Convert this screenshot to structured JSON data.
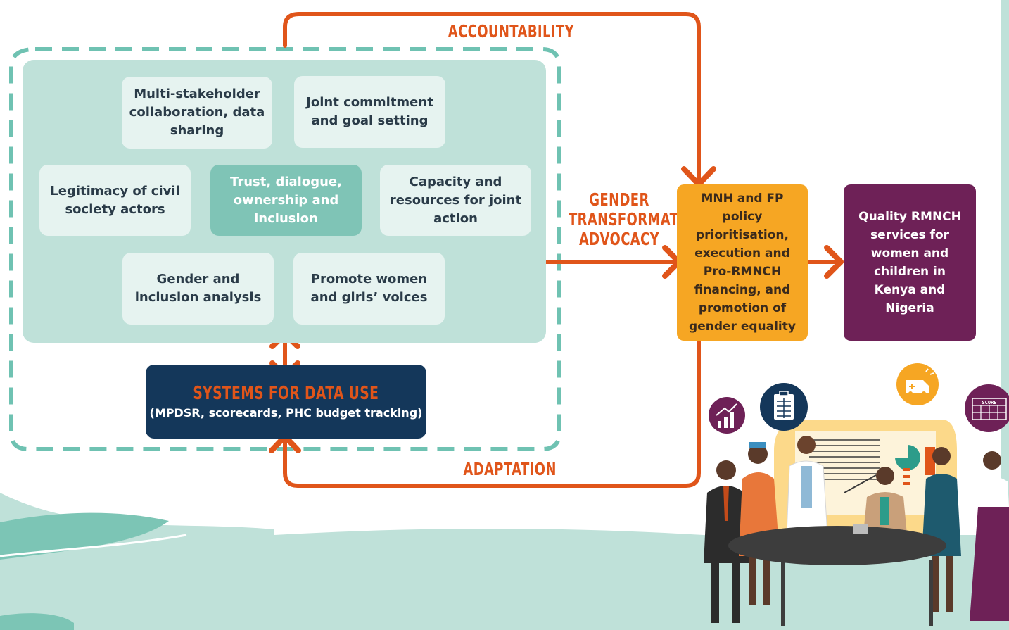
{
  "colors": {
    "panel": "#bfe1d9",
    "panel_dash": "#6fc2b2",
    "box_light": "#e6f3f0",
    "box_highlight": "#7fc4b6",
    "arrow": "#e0551a",
    "orange_box": "#f6a623",
    "purple_box": "#6e2157",
    "navy_box": "#14375a",
    "wave": "#bfe1d9",
    "wave_dark": "#7cc5b5"
  },
  "inner_boxes": {
    "multi": "Multi-stakeholder collaboration, data sharing",
    "joint": "Joint commitment and goal setting",
    "legit": "Legitimacy of civil society actors",
    "trust": "Trust, dialogue, ownership and inclusion",
    "capacity": "Capacity and resources for joint action",
    "gender_analysis": "Gender and inclusion analysis",
    "voices": "Promote women and girls’ voices"
  },
  "systems": {
    "title": "SYSTEMS FOR DATA USE",
    "subtitle": "(MPDSR, scorecards, PHC budget tracking)"
  },
  "arrow_labels": {
    "accountability": "ACCOUNTABILITY",
    "gender_line1": "GENDER",
    "gender_line2": "TRANSFORMATIVE",
    "gender_line3": "ADVOCACY",
    "adaptation": "ADAPTATION"
  },
  "outcome_boxes": {
    "mnh": "MNH and FP policy prioritisation, execution and Pro-RMNCH financing, and promotion of gender equality",
    "quality": "Quality RMNCH services for women and children in Kenya and Nigeria"
  },
  "icons": [
    "chart-icon",
    "clipboard-icon",
    "ambulance-icon",
    "scorecard-icon"
  ],
  "icon_text": {
    "score": "SCORE"
  }
}
